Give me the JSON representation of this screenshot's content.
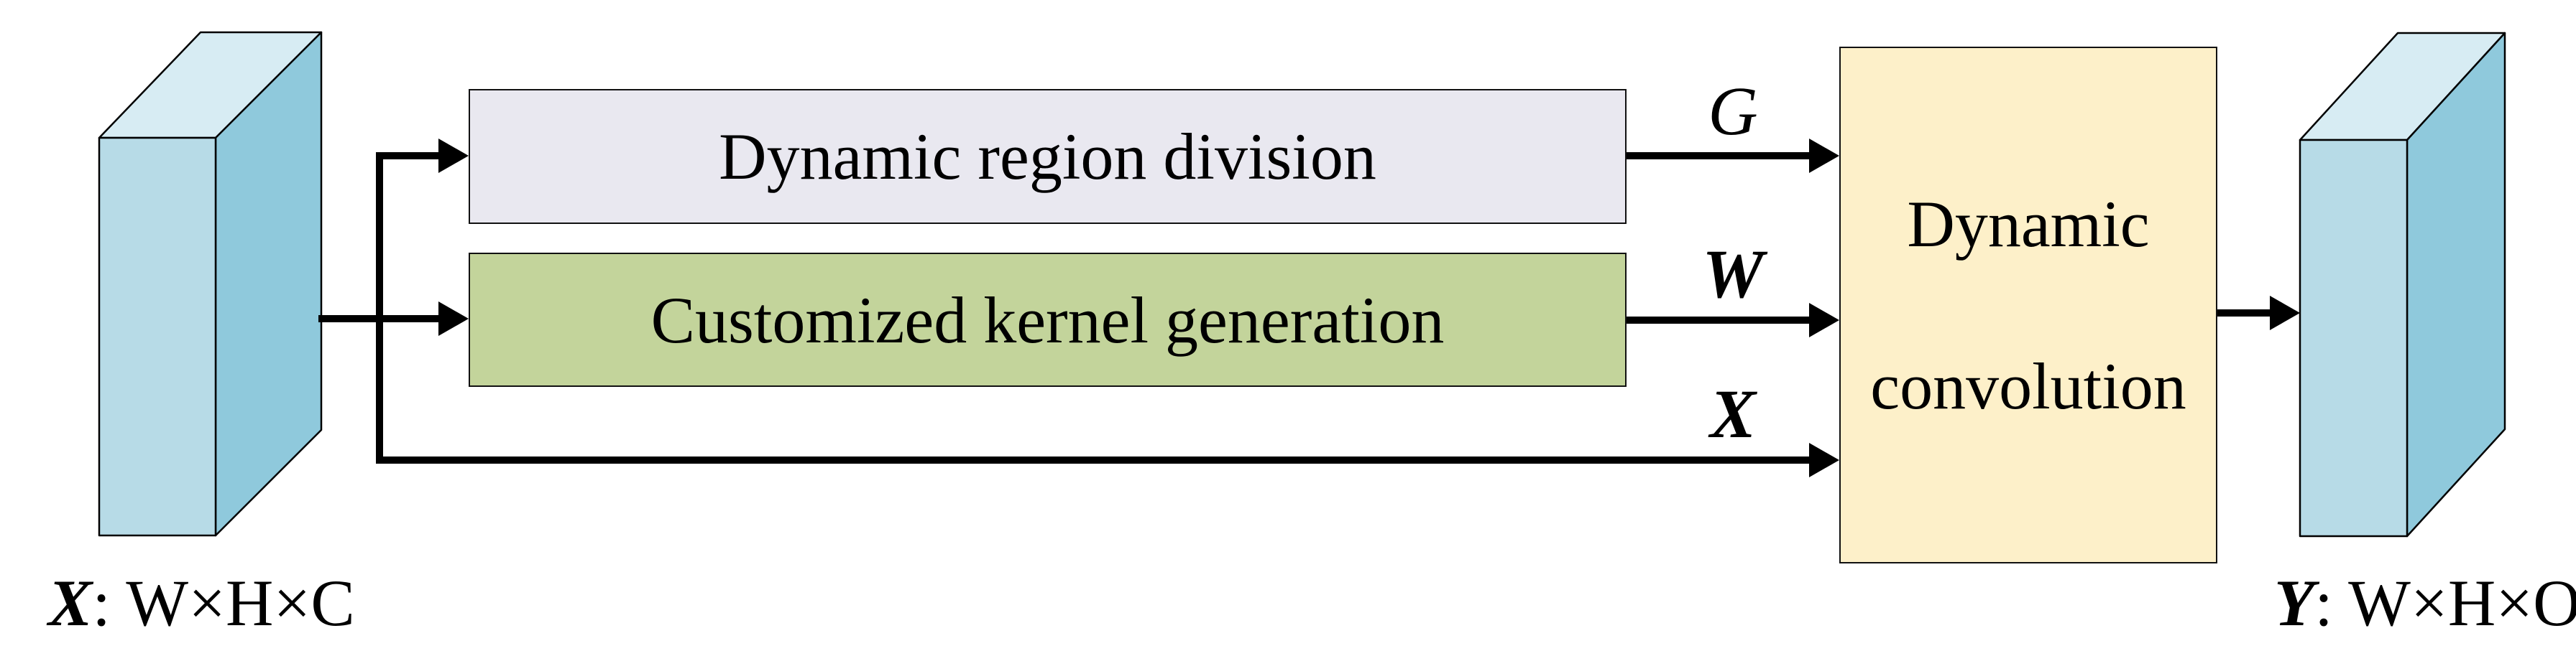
{
  "figure": {
    "input_tensor": {
      "symbol": "X",
      "dims": ": W×H×C"
    },
    "output_tensor": {
      "symbol": "Y",
      "dims": ": W×H×O"
    },
    "blocks": {
      "region_division": "Dynamic region division",
      "kernel_generation": "Customized kernel generation",
      "convolution_line1": "Dynamic",
      "convolution_line2": "convolution"
    },
    "signals": {
      "gate": "G",
      "weights": "W",
      "feature": "X"
    },
    "colors": {
      "region_division_fill": "#e9e8f0",
      "kernel_generation_fill": "#c3d49b",
      "convolution_fill": "#fdf0c9",
      "tensor_top": "#d7ecf3",
      "tensor_front": "#b7dbe7",
      "tensor_side": "#8fc9dc",
      "line": "#000000"
    }
  }
}
